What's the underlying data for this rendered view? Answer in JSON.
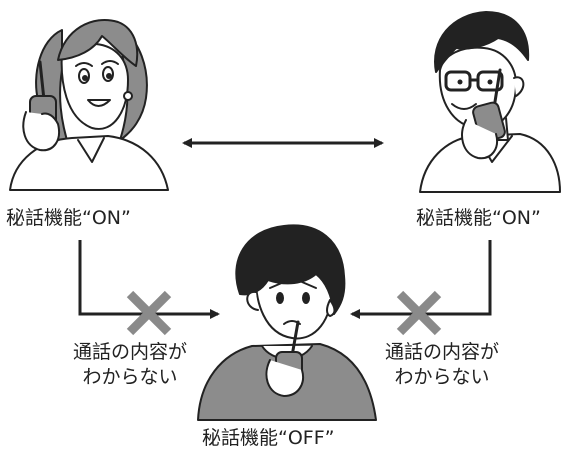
{
  "labels": {
    "left_radio": "秘話機能“ON”",
    "right_radio": "秘話機能“ON”",
    "bottom_radio": "秘話機能“OFF”"
  },
  "notes": {
    "left": {
      "line1": "通話の内容が",
      "line2": "わからない"
    },
    "right": {
      "line1": "通話の内容が",
      "line2": "わからない"
    }
  },
  "colors": {
    "line": "#222222",
    "cross": "#8a8a8a",
    "skin": "#ffffff",
    "shade": "#8c8c8c"
  },
  "icons": {
    "left_person": "woman-with-radio-icon",
    "right_person": "man-with-glasses-radio-icon",
    "bottom_person": "confused-boy-radio-icon",
    "top_arrow": "double-arrow-icon",
    "blocked_marks": "x-mark-icon"
  }
}
